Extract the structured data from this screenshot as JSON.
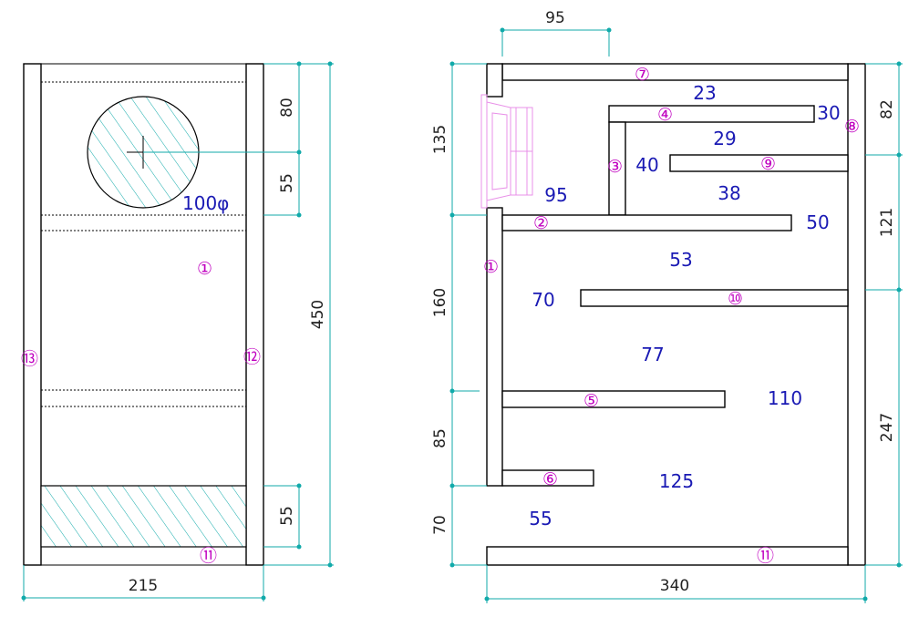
{
  "colors": {
    "part_marker": "#c000c0",
    "capacity_label": "#1a1ab4",
    "dimension_line": "#11aaaa",
    "hatch": "#11aaaa",
    "driver_outline": "#e890e8"
  },
  "front_view": {
    "dims": {
      "width": "215",
      "height": "450",
      "top_to_driver": "80",
      "driver_below": "55",
      "bottom_block": "55"
    },
    "driver_label": "100φ",
    "parts": {
      "p1": "①",
      "p11": "⑪",
      "p12": "⑫",
      "p13": "⑬"
    }
  },
  "side_view": {
    "dims": {
      "width": "340",
      "port": "95",
      "left_135": "135",
      "left_160": "160",
      "left_85": "85",
      "left_70": "70",
      "right_82": "82",
      "right_121": "121",
      "right_247": "247"
    },
    "channel_labels": {
      "c23": "23",
      "c30": "30",
      "c29": "29",
      "c40": "40",
      "c95": "95",
      "c38": "38",
      "c50": "50",
      "c53": "53",
      "c70": "70",
      "c77": "77",
      "c110": "110",
      "c125": "125",
      "c55": "55"
    },
    "parts": {
      "p1": "①",
      "p2": "②",
      "p3": "③",
      "p4": "④",
      "p5": "⑤",
      "p6": "⑥",
      "p7": "⑦",
      "p8": "⑧",
      "p9": "⑨",
      "p10": "⑩",
      "p11": "⑪"
    }
  }
}
